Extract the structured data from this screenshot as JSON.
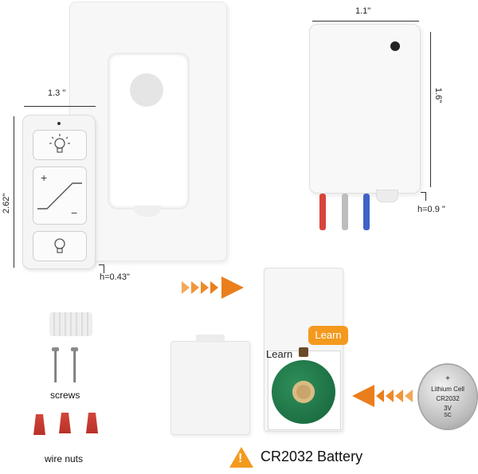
{
  "remote": {
    "width_label": "1.3 \"",
    "height_label": "2.62\"",
    "depth_label": "h=0.43\"",
    "icons": [
      "light-bulb-bright-icon",
      "dimmer-ramp-icon",
      "light-bulb-icon"
    ],
    "plus_symbol": "+",
    "minus_symbol": "−"
  },
  "receiver": {
    "width_label": "1.1\"",
    "height_label": "1.6\"",
    "depth_label": "h=0.9 \"",
    "wire_colors": [
      "#d8453b",
      "#bdbdbd",
      "#3e63c6"
    ]
  },
  "accessories": {
    "screws_label": "screws",
    "wire_nuts_label": "wire nuts",
    "wire_nut_color": "#c9382e"
  },
  "battery": {
    "learn_badge": "Learn",
    "learn_label": "Learn",
    "coin_lines": [
      "+",
      "Lithium Cell",
      "CR2032",
      "3V",
      "SC"
    ],
    "title": "CR2032 Battery",
    "accent_color": "#f39a1e"
  }
}
